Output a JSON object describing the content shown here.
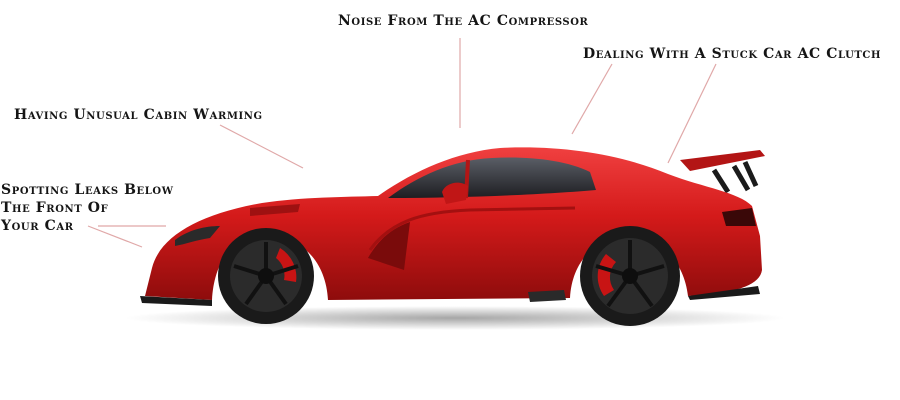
{
  "callouts": {
    "noise": "Noise From The AC Compressor",
    "clutch": "Dealing With A Stuck Car AC Clutch",
    "warming": "Having Unusual Cabin Warming",
    "leaks_line1": "Spotting Leaks Below",
    "leaks_line2": "The Front Of",
    "leaks_line3": "Your Car"
  },
  "colors": {
    "body": "#d41a1a",
    "body_dark": "#8e0c0c",
    "glass": "#1e1e22",
    "wheel": "#1a1a1a",
    "caliper": "#c81414",
    "leader": "#e0a8a8"
  }
}
